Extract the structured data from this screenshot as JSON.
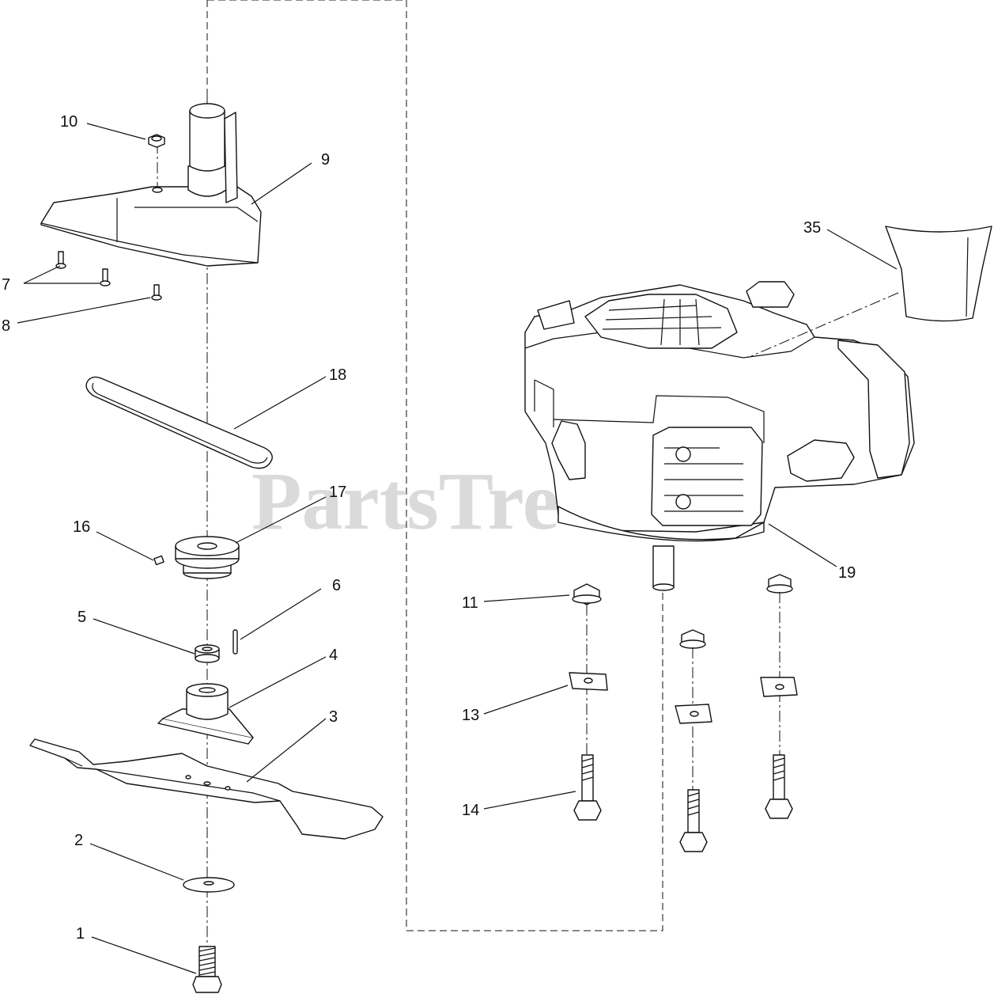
{
  "watermark": "PartsTre",
  "callouts": {
    "c1": "1",
    "c2": "2",
    "c3": "3",
    "c4": "4",
    "c5": "5",
    "c6": "6",
    "c7": "7",
    "c8": "8",
    "c9": "9",
    "c10": "10",
    "c11": "11",
    "c13": "13",
    "c14": "14",
    "c16": "16",
    "c17": "17",
    "c18": "18",
    "c19": "19",
    "c35": "35"
  }
}
